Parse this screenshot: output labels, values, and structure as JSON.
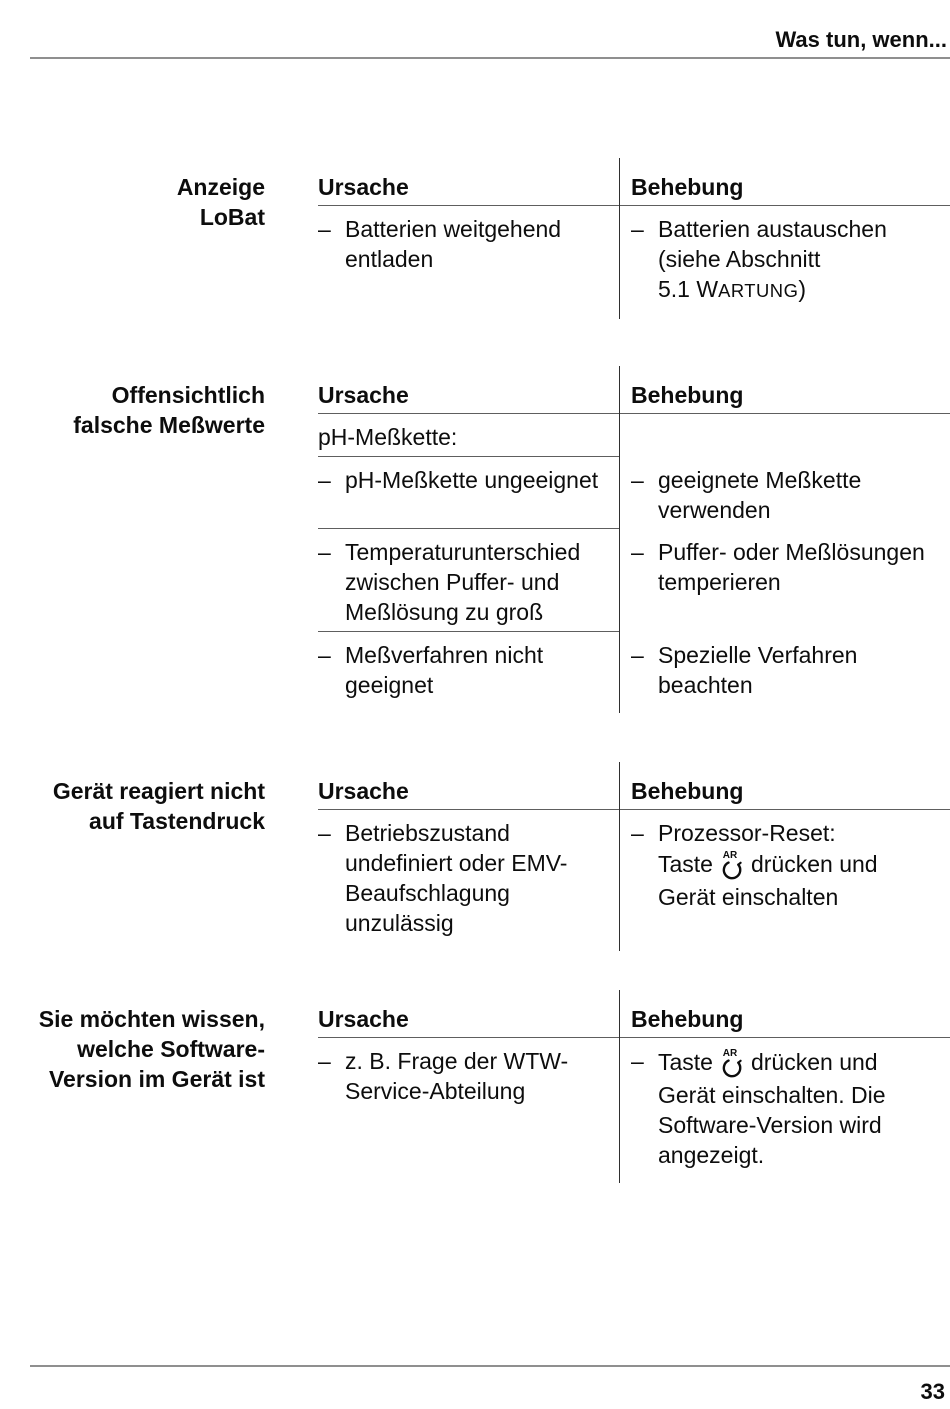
{
  "page": {
    "title": "Was tun, wenn...",
    "number": "33"
  },
  "ar_key": {
    "label": "AR"
  },
  "sections": [
    {
      "id": "anzeige-lobat",
      "label_lines": [
        "Anzeige",
        "LoBat"
      ],
      "headers": {
        "ursache": "Ursache",
        "behebung": "Behebung"
      },
      "rows": [
        {
          "ursache": {
            "dash": "–",
            "lines": [
              "Batterien weitgehend",
              "entladen"
            ]
          },
          "behebung": {
            "dash": "–",
            "lines": [
              "Batterien austauschen",
              "(siehe Abschnitt"
            ],
            "wartung_line": {
              "pre": "5.1 W",
              "smallcaps": "ARTUNG",
              "post": ")"
            }
          }
        }
      ]
    },
    {
      "id": "falsche-messwerte",
      "label_lines": [
        "Offensichtlich",
        "falsche Meßwerte"
      ],
      "headers": {
        "ursache": "Ursache",
        "behebung": "Behebung"
      },
      "rows": [
        {
          "ursache": {
            "lines": [
              "pH-Meßkette:"
            ]
          }
        },
        {
          "ursache": {
            "dash": "–",
            "lines": [
              "pH-Meßkette ungeeignet"
            ]
          },
          "behebung": {
            "dash": "–",
            "lines": [
              "geeignete Meßkette",
              "verwenden"
            ]
          }
        },
        {
          "ursache": {
            "dash": "–",
            "lines": [
              "Temperaturunterschied",
              "zwischen Puffer- und",
              "Meßlösung zu groß"
            ]
          },
          "behebung": {
            "dash": "–",
            "lines": [
              "Puffer- oder Meßlösungen",
              "temperieren"
            ]
          }
        },
        {
          "ursache": {
            "dash": "–",
            "lines": [
              "Meßverfahren nicht",
              "geeignet"
            ]
          },
          "behebung": {
            "dash": "–",
            "lines": [
              "Spezielle Verfahren",
              "beachten"
            ]
          }
        }
      ]
    },
    {
      "id": "keine-reaktion-auf-tastendruck",
      "label_lines": [
        "Gerät reagiert nicht",
        "auf Tastendruck"
      ],
      "headers": {
        "ursache": "Ursache",
        "behebung": "Behebung"
      },
      "rows": [
        {
          "ursache": {
            "dash": "–",
            "lines": [
              "Betriebszustand",
              "undefiniert oder EMV-",
              "Beaufschlagung",
              "unzulässig"
            ]
          },
          "behebung": {
            "dash": "–",
            "line_reset": "Prozessor-Reset:",
            "taste_line": {
              "pre": "Taste",
              "post": "drücken und"
            },
            "line_einschalten": "Gerät einschalten"
          }
        }
      ]
    },
    {
      "id": "software-version",
      "label_lines": [
        "Sie möchten wissen,",
        "welche Software-",
        "Version im Gerät ist"
      ],
      "headers": {
        "ursache": "Ursache",
        "behebung": "Behebung"
      },
      "rows": [
        {
          "ursache": {
            "dash": "–",
            "lines": [
              "z. B. Frage der WTW-",
              "Service-Abteilung"
            ]
          },
          "behebung": {
            "dash": "–",
            "taste_line": {
              "pre": "Taste",
              "post": "drücken und"
            },
            "lines": [
              "Gerät einschalten. Die",
              "Software-Version wird",
              "angezeigt."
            ]
          }
        }
      ]
    }
  ]
}
